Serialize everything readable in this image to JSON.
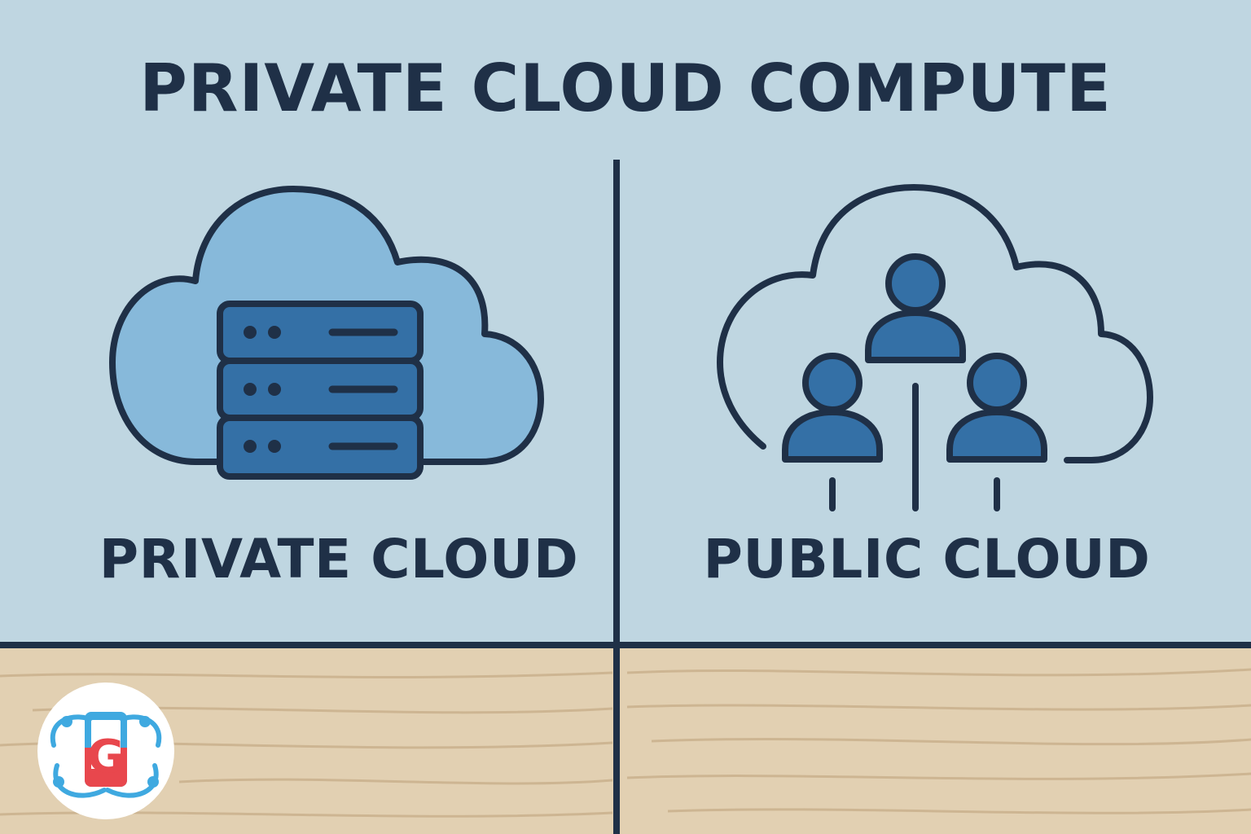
{
  "title": "PRIVATE CLOUD COMPUTE",
  "panels": {
    "left": {
      "label": "PRIVATE CLOUD",
      "icon": "server-cloud-icon"
    },
    "right": {
      "label": "PUBLIC CLOUD",
      "icon": "users-cloud-icon"
    }
  },
  "logo": {
    "icon": "g-phone-logo",
    "letter": "G"
  },
  "colors": {
    "background": "#bfd6e1",
    "ink": "#1f3047",
    "cloud_fill": "#87b9da",
    "icon_blue": "#3470a6",
    "wood": "#e2d0b2",
    "logo_blue": "#3fa9e0",
    "logo_red": "#e8474d"
  }
}
